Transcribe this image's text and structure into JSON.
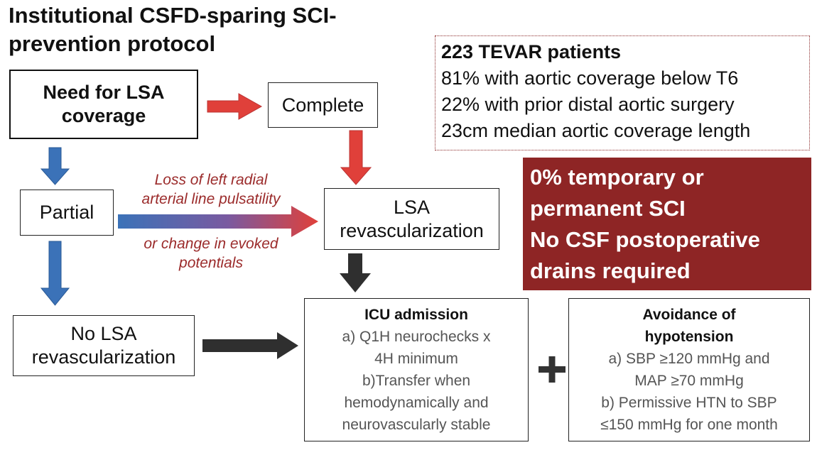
{
  "title": {
    "line1": "Institutional CSFD-sparing SCI-",
    "line2": "prevention protocol"
  },
  "nodes": {
    "need_lsa": {
      "line1": "Need for LSA",
      "line2": "coverage"
    },
    "complete": {
      "label": "Complete"
    },
    "partial": {
      "label": "Partial"
    },
    "lsa_revasc": {
      "line1": "LSA",
      "line2": "revascularization"
    },
    "no_lsa": {
      "line1": "No LSA",
      "line2": "revascularization"
    },
    "icu": {
      "heading": "ICU admission",
      "lines": [
        "a) Q1H neurochecks x",
        "4H minimum",
        "b)Transfer when",
        "hemodynamically and",
        "neurovascularly stable"
      ]
    },
    "hypotension": {
      "heading_line1": "Avoidance of",
      "heading_line2": "hypotension",
      "lines": [
        "a) SBP ≥120 mmHg and",
        "MAP ≥70 mmHg",
        "b) Permissive HTN to SBP",
        "≤150 mmHg for one month"
      ]
    }
  },
  "arrow_labels": {
    "top_line1": "Loss of left radial",
    "top_line2": "arterial line pulsatility",
    "bottom_line1": "or change in evoked",
    "bottom_line2": "potentials"
  },
  "plus_symbol": "+",
  "stats": {
    "heading": "223 TEVAR patients",
    "lines": [
      "81% with aortic coverage below T6",
      "22% with prior distal aortic surgery",
      "23cm median aortic coverage length"
    ]
  },
  "outcome": {
    "lines": [
      "0% temporary or",
      "permanent SCI",
      "No CSF postoperative",
      "drains required"
    ]
  },
  "colors": {
    "red_arrow": "#e0403a",
    "blue_arrow": "#3b72b8",
    "dark_arrow": "#2f2f2f",
    "outcome_bg": "#8e2525",
    "note_text": "#9b2b2b"
  }
}
